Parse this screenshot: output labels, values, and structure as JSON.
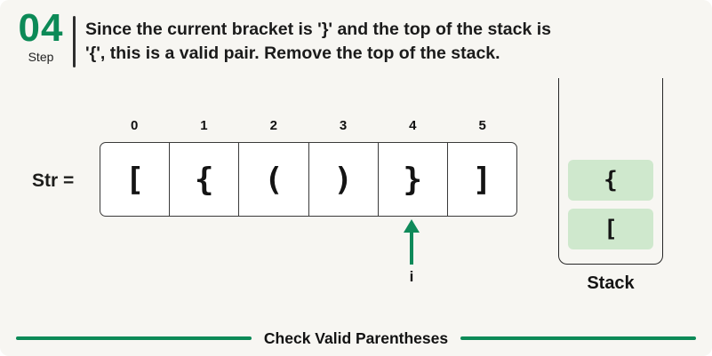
{
  "step": {
    "number": "04",
    "label": "Step"
  },
  "heading": {
    "line1": "Since the current bracket is '}' and the top of the stack is",
    "line2": "'{', this is a valid pair. Remove the top of the stack."
  },
  "array": {
    "label": "Str =",
    "indices": [
      "0",
      "1",
      "2",
      "3",
      "4",
      "5"
    ],
    "cells": [
      "[",
      "{",
      "(",
      ")",
      "}",
      "]"
    ],
    "pointer": {
      "index": 4,
      "label": "i"
    }
  },
  "stack": {
    "items": [
      "{",
      "["
    ],
    "label": "Stack"
  },
  "footer": {
    "title": "Check Valid Parentheses"
  },
  "colors": {
    "accent_green": "#0c8a57",
    "stack_item_fill": "#cfe8cd",
    "text": "#1d1d1b",
    "background": "#f7f6f2"
  }
}
